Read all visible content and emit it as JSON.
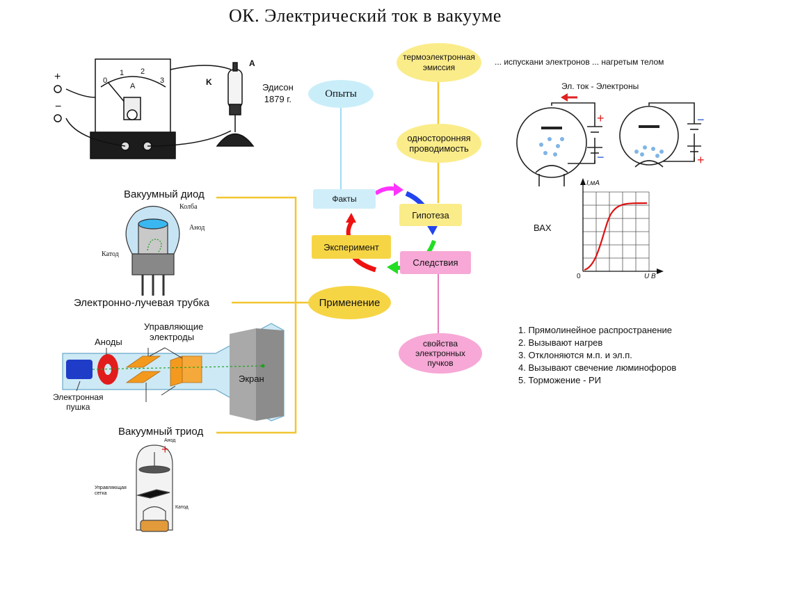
{
  "title": "ОК. Электрический ток в вакууме",
  "cycle": {
    "facts": "Факты",
    "hypothesis": "Гипотеза",
    "consequences": "Следствия",
    "experiment": "Эксперимент"
  },
  "experiments": "Опыты",
  "application": "Применение",
  "edison": [
    "Эдисон",
    "1879 г."
  ],
  "thermo_emission": [
    "термоэлектронная",
    "эмиссия"
  ],
  "thermo_def": "... испускани электронов ... нагретым телом",
  "one_way": [
    "односторонняя",
    "проводимость"
  ],
  "beam_props": [
    "свойства",
    "электронных",
    "пучков"
  ],
  "current_label": "Эл. ток - Электроны",
  "vax": "ВАХ",
  "vax_axes": {
    "y": "I,мA",
    "x": "U В",
    "origin": "0"
  },
  "properties": [
    "1. Прямолинейное распространение",
    "2. Вызывают нагрев",
    "3. Отклоняются м.п. и эл.п.",
    "4. Вызывают свечение люминофоров",
    "5. Торможение - РИ"
  ],
  "diode": {
    "title": "Вакуумный диод",
    "bulb": "Колба",
    "anode": "Анод",
    "cathode": "Катод"
  },
  "crt": {
    "title": "Электронно-лучевая трубка",
    "anodes": "Аноды",
    "control": [
      "Управляющие",
      "электроды"
    ],
    "gun": [
      "Электронная",
      "пушка"
    ],
    "screen": "Экран"
  },
  "triode": {
    "title": "Вакуумный триод",
    "anode": "Анод",
    "grid": [
      "Управляющая",
      "сетка"
    ],
    "cathode": "Катод"
  },
  "meter": {
    "plus": "+",
    "minus": "−",
    "A": "A",
    "K": "K",
    "scale": [
      "0",
      "1",
      "2",
      "3"
    ],
    "unit": "A"
  },
  "colors": {
    "oval_blue": "#c9eefa",
    "oval_yellow": "#fbec8a",
    "box_yellow": "#f6d545",
    "box_pink": "#f7a8d6",
    "connector_yellow": "#f2c631",
    "connector_blue": "#9fdcf2",
    "connector_pink": "#e57bbd"
  }
}
